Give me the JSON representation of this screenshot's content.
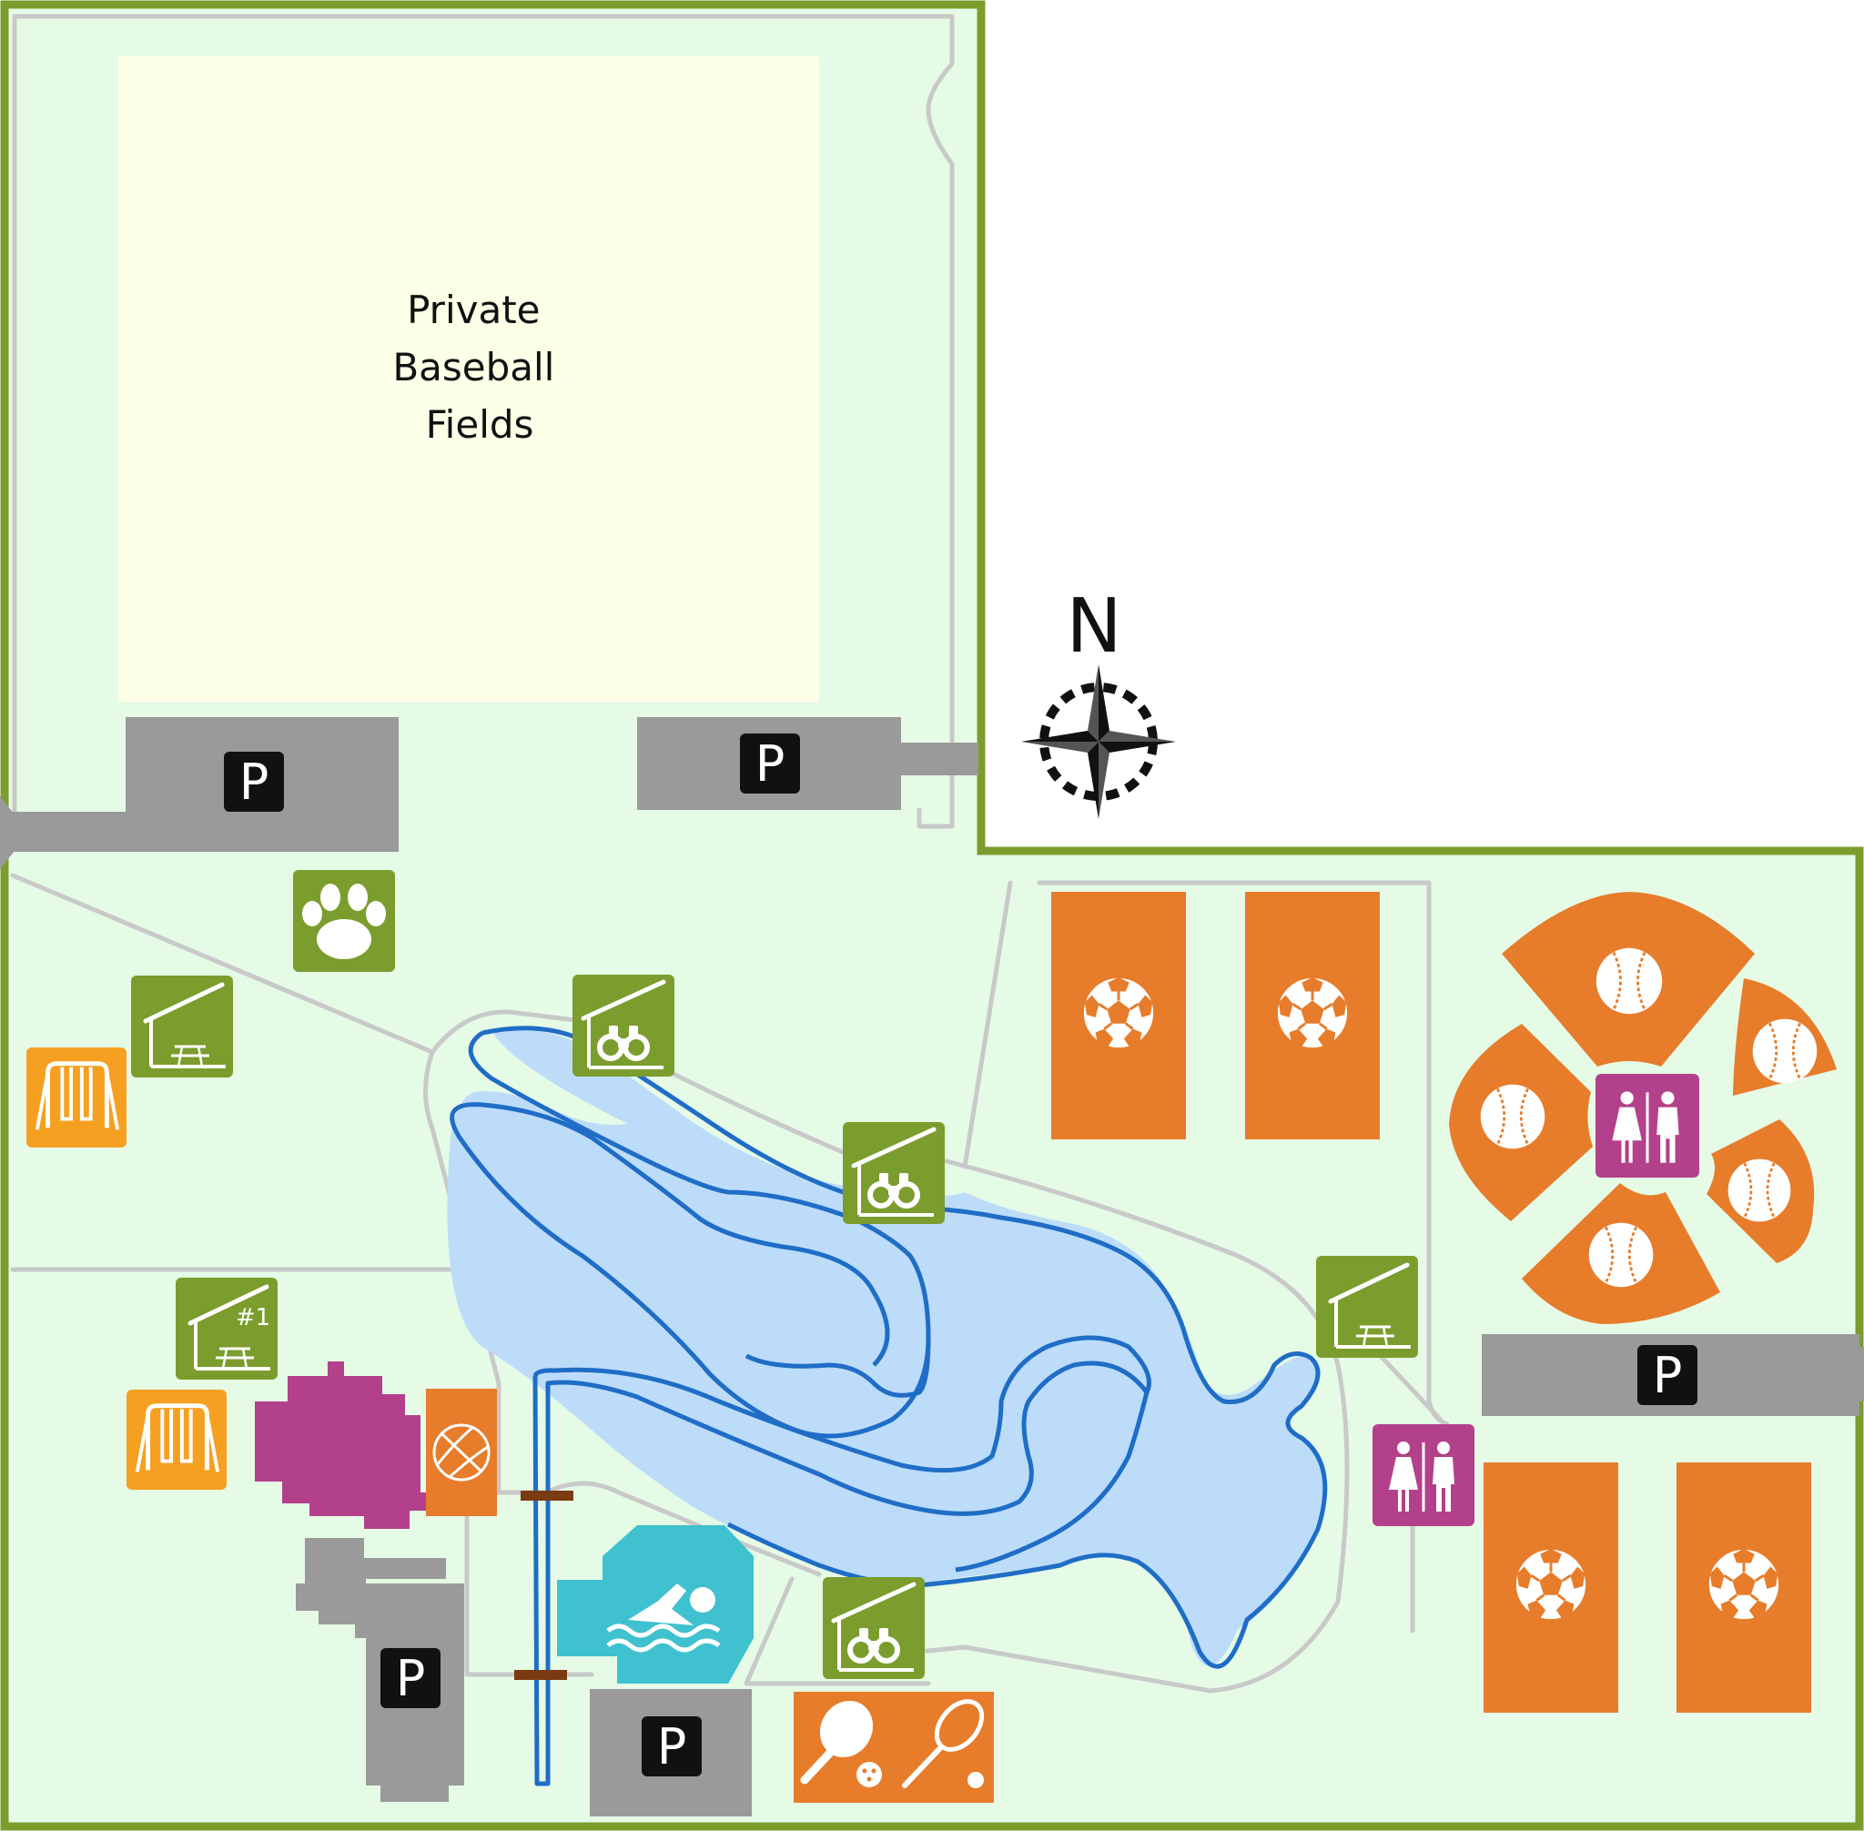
{
  "map": {
    "field_label_lines": [
      "Private",
      "Baseball",
      "Fields"
    ],
    "compass_label": "N",
    "parking_label": "P",
    "shelter_number": "#1"
  },
  "colors": {
    "park_fill": "#e5fbe6",
    "boundary": "#7b9d2d",
    "private_field": "#fdffe7",
    "lake_fill": "#bcdcfa",
    "lake_outline": "#1f6dc6",
    "path": "#c9c9c9",
    "parking": "#9a9a9a",
    "sports_field": "#e77c2b",
    "green_sign": "#7b9d2d",
    "playground": "#f5a021",
    "restroom": "#b3408a",
    "building_magenta": "#b3408a",
    "building_gray": "#9a9a9a",
    "pool": "#3fc1cf",
    "bridge": "#7a3b12"
  },
  "icons": [
    "paw-icon",
    "picnic-shelter-icon",
    "bird-blind-icon",
    "playground-swing-icon",
    "restroom-icon",
    "soccer-ball-icon",
    "baseball-icon",
    "basketball-icon",
    "swimming-icon",
    "pickleball-paddle-icon",
    "tennis-racket-icon",
    "compass-rose-icon",
    "parking-icon"
  ]
}
